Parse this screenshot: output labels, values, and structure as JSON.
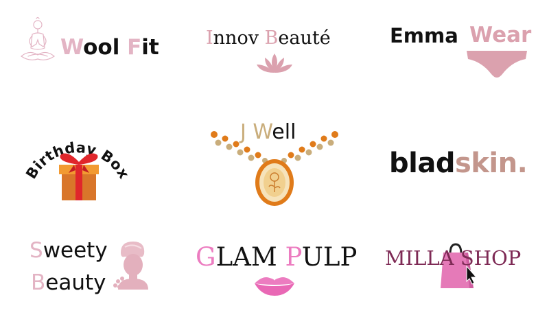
{
  "colors": {
    "pink_light": "#e3b4c4",
    "rose": "#dba1ae",
    "black": "#111111",
    "gold": "#c9ad7b",
    "orange": "#e07b1a",
    "red": "#e0262b",
    "brown_pink": "#c3968c",
    "hot_pink": "#ec7cc0",
    "plum": "#7e2a55",
    "bag_pink": "#e57ab8"
  },
  "logos": {
    "wool_fit": {
      "w1": "W",
      "w2": "ool ",
      "f1": "F",
      "f2": "it",
      "icon": "meditation-woman-icon"
    },
    "innov_beaute": {
      "i1": "I",
      "i2": "nnov ",
      "b1": "B",
      "b2": "eauté",
      "icon": "lotus-icon"
    },
    "emma_wear": {
      "e": "Emma",
      "w1": "W",
      "w2": "ear",
      "icon": "underwear-icon"
    },
    "birthday_box": {
      "text": "Birthday Box",
      "icon": "gift-box-icon"
    },
    "j_well": {
      "j": "J ",
      "w1": "W",
      "w2": "ell",
      "icon": "necklace-icon"
    },
    "bladskin": {
      "a": "blad",
      "b": "skin",
      "c": "."
    },
    "sweety_beauty": {
      "s1": "S",
      "s2": "weety",
      "b1": "B",
      "b2": "eauty",
      "icon": "towel-woman-icon"
    },
    "glam_pulp": {
      "g1": "G",
      "g2": "LAM ",
      "p1": "P",
      "p2": "ULP",
      "icon": "lips-icon"
    },
    "milla_shop": {
      "text": "MILLA SHOP",
      "icon": "shopping-bag-cursor-icon"
    }
  }
}
